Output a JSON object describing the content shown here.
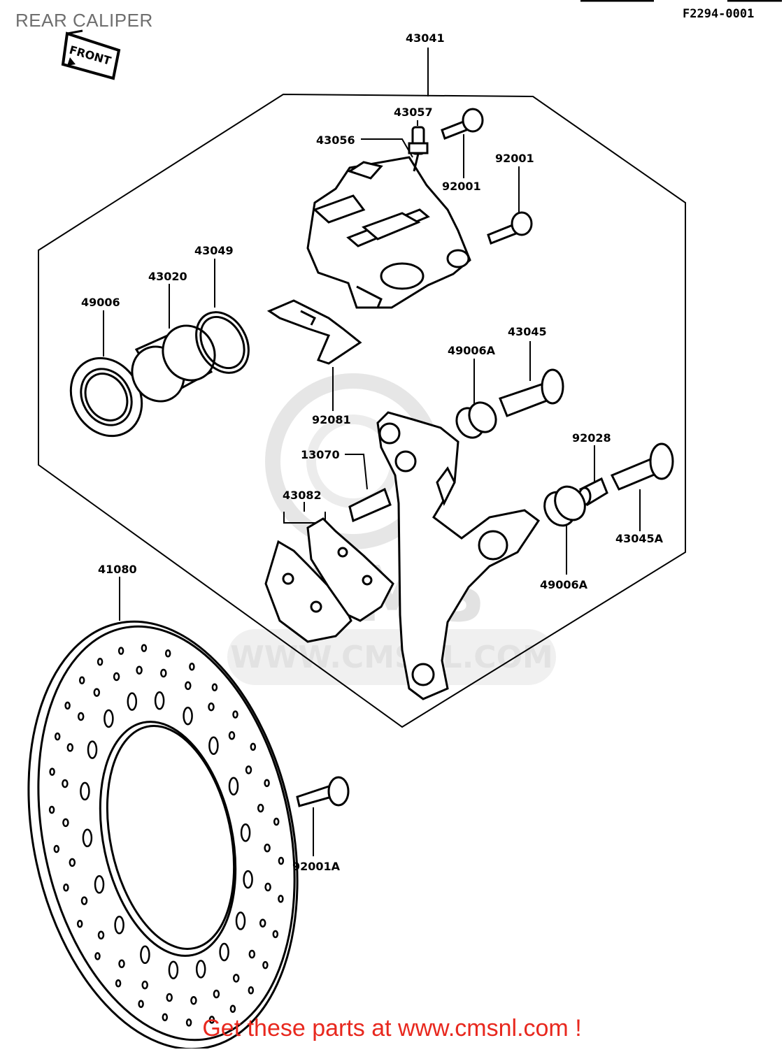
{
  "header": {
    "title": "REAR CALIPER",
    "figure_code": "F2294-0001"
  },
  "orientation": {
    "label": "FRONT"
  },
  "watermark": {
    "text": "WWW.CMSNL.COM",
    "logo_letters": "CMS"
  },
  "parts": {
    "p43041": "43041",
    "p43057": "43057",
    "p43056": "43056",
    "p92001_top": "92001",
    "p92001_bolt": "92001",
    "p43049": "43049",
    "p43020": "43020",
    "p49006": "49006",
    "p43045": "43045",
    "p49006A_top": "49006A",
    "p92081": "92081",
    "p92028": "92028",
    "p13070": "13070",
    "p43082": "43082",
    "p43045A": "43045A",
    "p49006A_bottom": "49006A",
    "p41080": "41080",
    "p92001A": "92001A"
  },
  "footer": {
    "cta": "Get these parts at www.cmsnl.com !"
  }
}
